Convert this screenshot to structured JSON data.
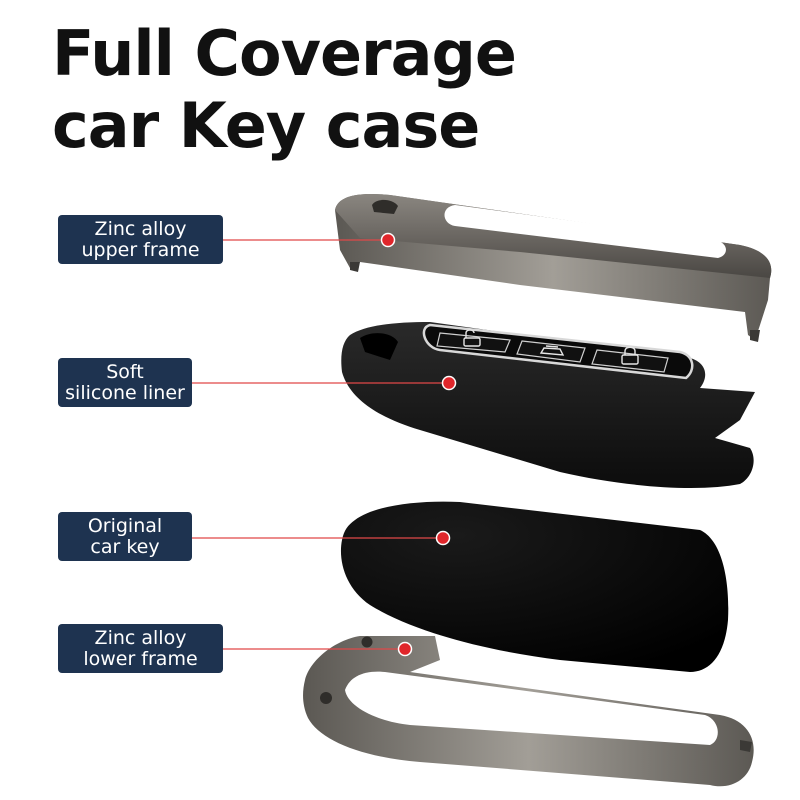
{
  "title": {
    "line1": "Full Coverage",
    "line2": "car Key case"
  },
  "parts": [
    {
      "line1": "Zinc alloy",
      "line2": "upper frame"
    },
    {
      "line1": "Soft",
      "line2": "silicone liner"
    },
    {
      "line1": "Original",
      "line2": "car key"
    },
    {
      "line1": "Zinc alloy",
      "line2": "lower frame"
    }
  ],
  "colors": {
    "label_background": "#1e3350",
    "pointer_dot": "#e0262b",
    "metal_frame": "#7a7672",
    "silicone_liner": "#141414",
    "car_key": "#050505"
  },
  "icons": {
    "button_1": "unlock-icon",
    "button_2": "trunk-icon",
    "button_3": "lock-icon"
  }
}
